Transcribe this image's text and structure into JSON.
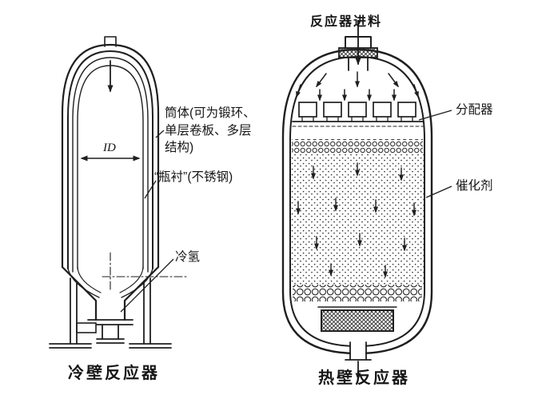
{
  "left_reactor": {
    "caption": "冷壁反应器",
    "shell_label": "筒体(可为锻环、单层卷板、多层结构)",
    "liner_label": "“瓶衬”(不锈钢)",
    "cold_hydrogen_label": "冷氢",
    "inner_diameter_label": "ID"
  },
  "right_reactor": {
    "caption": "热壁反应器",
    "feed_label": "反应器进料",
    "distributor_label": "分配器",
    "catalyst_label": "催化剂"
  },
  "colors": {
    "ink": "#1f1f1f",
    "background": "#ffffff"
  }
}
